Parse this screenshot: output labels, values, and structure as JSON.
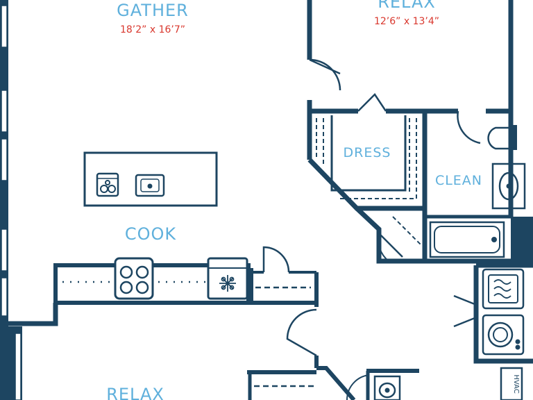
{
  "colors": {
    "wall": "#1d4561",
    "room_label": "#5fb0dc",
    "dimension": "#d9382e",
    "background": "#ffffff"
  },
  "rooms": {
    "gather": {
      "name": "GATHER",
      "dims": "18’2” x 16’7”"
    },
    "relax_top": {
      "name": "RELAX",
      "dims": "12’6” x 13’4”"
    },
    "dress": {
      "name": "DRESS"
    },
    "clean": {
      "name": "CLEAN"
    },
    "cook": {
      "name": "COOK"
    },
    "relax_bottom": {
      "name": "RELAX"
    }
  },
  "fixtures": {
    "hvac": {
      "label": "HVAC"
    },
    "icons": [
      "dishwasher-icon",
      "sink-icon",
      "stove-icon",
      "freezer-icon",
      "toilet-icon",
      "bathroom-sink-icon",
      "bathtub-icon",
      "dryer-icon",
      "washer-icon"
    ]
  }
}
